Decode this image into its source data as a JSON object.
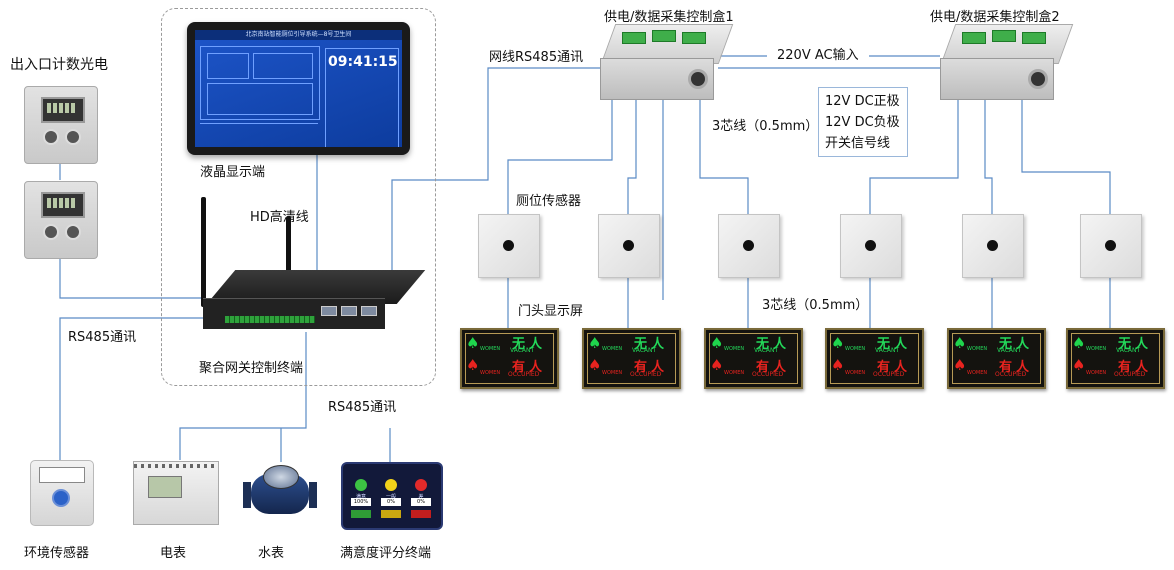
{
  "labels": {
    "counter": "出入口计数光电",
    "lcd": "液晶显示端",
    "hd": "HD高清线",
    "rs485_left": "RS485通讯",
    "gateway": "聚合网关控制终端",
    "rs485_bottom": "RS485通讯",
    "env": "环境传感器",
    "power": "电表",
    "water": "水表",
    "satisfaction": "满意度评分终端",
    "net485": "网线RS485通讯",
    "box1": "供电/数据采集控制盒1",
    "box2": "供电/数据采集控制盒2",
    "ac": "220V AC输入",
    "core_top": "3芯线（0.5mm）",
    "core_bottom": "3芯线（0.5mm）",
    "toilet_sensor": "厕位传感器",
    "door_display": "门头显示屏"
  },
  "cable_legend": [
    "12V DC正极",
    "12V DC负极",
    "开关信号线"
  ],
  "screen": {
    "title": "北京南站智能厕位引导系统—8号卫生间",
    "clock": "09:41:15"
  },
  "door_display": {
    "vacant_cn": "无人",
    "vacant_en": "VACANT",
    "occupied_cn": "有人",
    "occupied_en": "OCCUPIED",
    "women": "WOMEN"
  },
  "satisfaction_terminal": {
    "options": [
      "满意",
      "一般",
      "差"
    ],
    "percents": [
      "100%",
      "0%",
      "0%"
    ]
  },
  "colors": {
    "wire": "#5b8bc5",
    "screen_blue": "#1d55c9",
    "vacant_green": "#1fd64d",
    "occupied_red": "#e8231f"
  }
}
